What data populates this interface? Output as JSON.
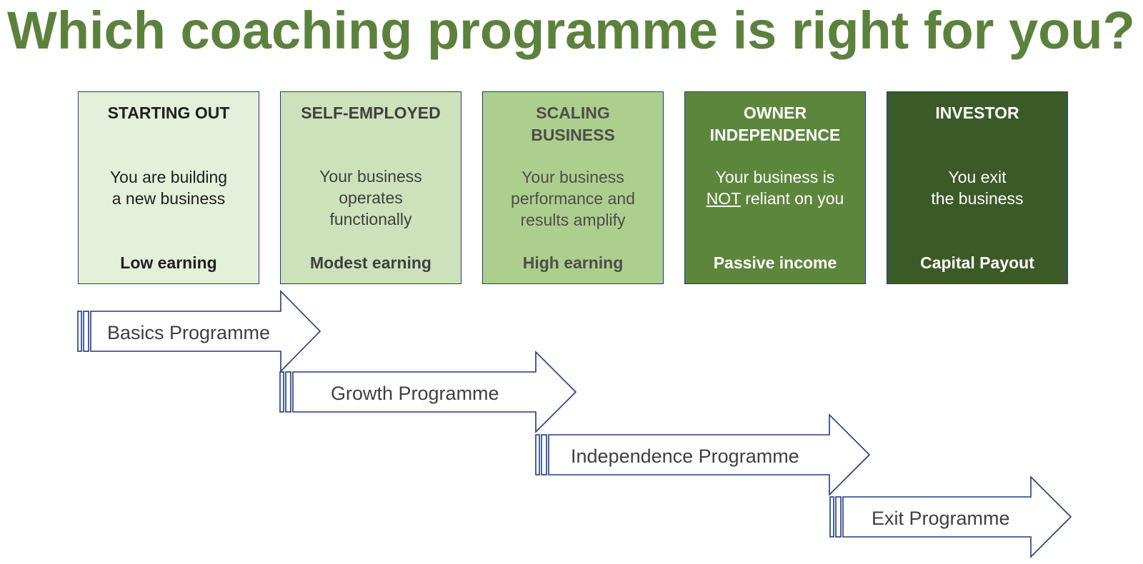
{
  "title": "Which coaching programme is right for you?",
  "colors": {
    "title": "#5b823c",
    "border": "#1f3a80",
    "stage_bg": [
      "#e4f0da",
      "#cde2bb",
      "#adcf8d",
      "#5d863d",
      "#3c5a27"
    ],
    "stage_text": [
      "#1f1f1f",
      "#404040",
      "#4d4d4d",
      "#ffffff",
      "#ffffff"
    ]
  },
  "stages": [
    {
      "heading": "STARTING OUT",
      "desc_line1": "You are building",
      "desc_line2": "a new business",
      "desc_line3": "",
      "earning": "Low earning"
    },
    {
      "heading": "SELF-EMPLOYED",
      "desc_line1": "Your business",
      "desc_line2": "operates",
      "desc_line3": "functionally",
      "earning": "Modest earning"
    },
    {
      "heading_line1": "SCALING",
      "heading_line2": "BUSINESS",
      "desc_line1": "Your business",
      "desc_line2": "performance and",
      "desc_line3": "results amplify",
      "earning": "High earning"
    },
    {
      "heading_line1": "OWNER",
      "heading_line2": "INDEPENDENCE",
      "desc_line1": "Your business is",
      "desc_emphasis": "NOT",
      "desc_line2_rest": " reliant on you",
      "earning": "Passive income"
    },
    {
      "heading": "INVESTOR",
      "desc_line1": "You exit",
      "desc_line2": "the business",
      "earning": "Capital Payout"
    }
  ],
  "programmes": [
    {
      "label": "Basics Programme"
    },
    {
      "label": "Growth Programme"
    },
    {
      "label": "Independence Programme"
    },
    {
      "label": "Exit Programme"
    }
  ]
}
